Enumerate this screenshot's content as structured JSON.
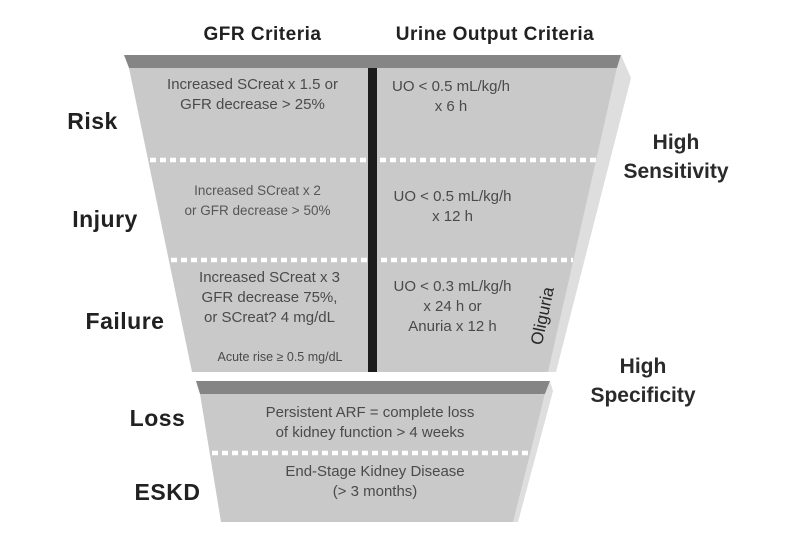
{
  "header": {
    "gfr_column": "GFR Criteria",
    "uo_column": "Urine Output Criteria"
  },
  "stages": {
    "risk": {
      "label": "Risk",
      "gfr_lines": [
        "Increased SCreat x 1.5 or",
        "GFR decrease > 25%"
      ],
      "uo_lines": [
        "UO < 0.5 mL/kg/h",
        "x 6 h"
      ]
    },
    "injury": {
      "label": "Injury",
      "gfr_lines": [
        "Increased SCreat x 2",
        "or GFR decrease > 50%"
      ],
      "uo_lines": [
        "UO < 0.5 mL/kg/h",
        "x 12 h"
      ]
    },
    "failure": {
      "label": "Failure",
      "gfr_lines": [
        "Increased SCreat x 3",
        "GFR decrease 75%,",
        "or SCreat? 4 mg/dL"
      ],
      "gfr_note": "Acute rise ≥ 0.5 mg/dL",
      "uo_lines": [
        "UO < 0.3 mL/kg/h",
        "x 24 h or",
        "Anuria x 12 h"
      ],
      "oliguria": "Oliguria"
    },
    "loss": {
      "label": "Loss",
      "lines": [
        "Persistent ARF = complete loss",
        "of kidney function > 4 weeks"
      ]
    },
    "eskd": {
      "label": "ESKD",
      "lines": [
        "End-Stage Kidney Disease",
        "(> 3 months)"
      ]
    }
  },
  "side_labels": {
    "sensitivity": [
      "High",
      "Sensitivity"
    ],
    "specificity": [
      "High",
      "Specificity"
    ]
  },
  "colors": {
    "funnel_face": "#c9c9c9",
    "bevel_top": "#858585",
    "bevel_side": "#dedede",
    "divider": "#1c1c1c",
    "dash": "#ffffff"
  }
}
